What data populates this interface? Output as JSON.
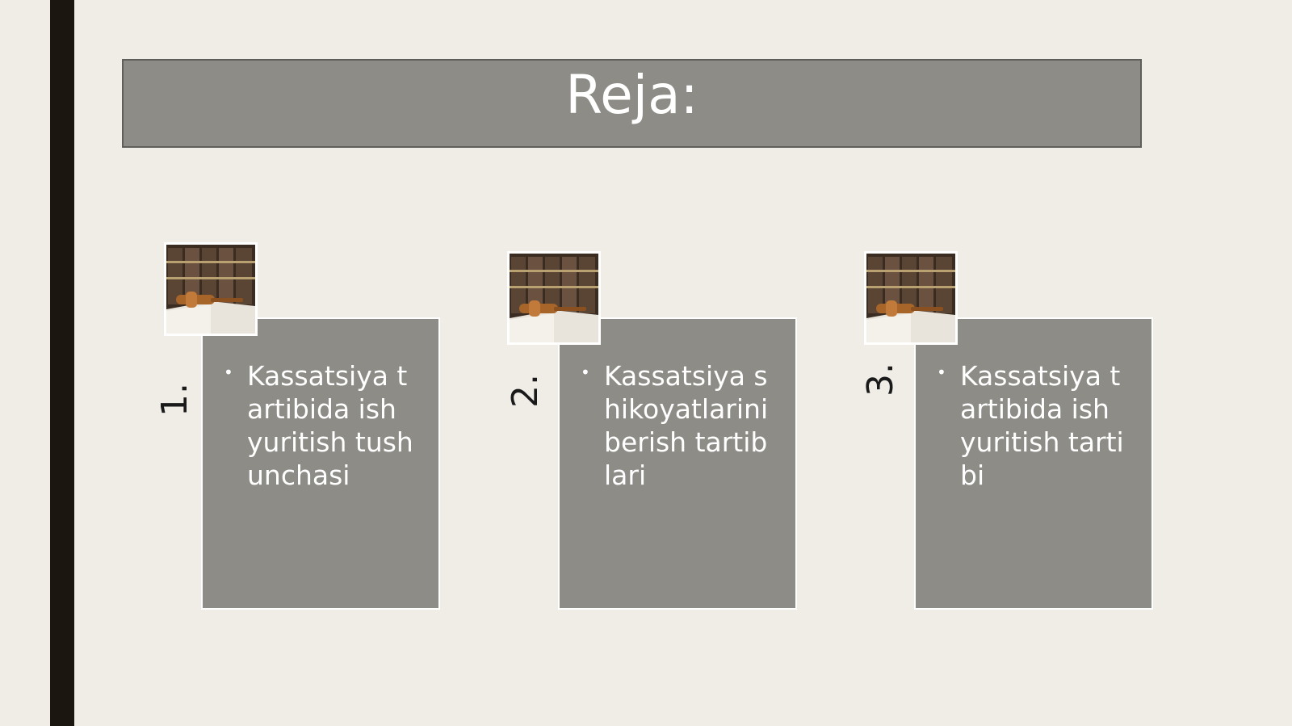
{
  "slide": {
    "title": "Reja:",
    "items": [
      {
        "number": "1.",
        "text": "Kassatsiya tartibida ish yuritish tushunchasi"
      },
      {
        "number": "2.",
        "text": "Kassatsiya shikoyatlarini berish tartiblari"
      },
      {
        "number": "3.",
        "text": "Kassatsiya tartibida ish yuritish tartibi"
      }
    ],
    "image_icon": "gavel-books-image",
    "colors": {
      "background": "#f0ede6",
      "box": "#8d8c86",
      "accent_bar": "#1c1610",
      "text_light": "#ffffff"
    }
  }
}
